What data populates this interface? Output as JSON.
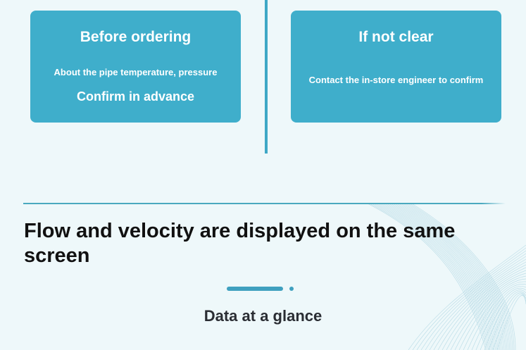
{
  "cards": [
    {
      "title": "Before ordering",
      "subtitle": "About the pipe temperature, pressure",
      "caption": "Confirm in advance"
    },
    {
      "title": "If not clear",
      "subtitle": "Contact the in-store engineer to confirm"
    }
  ],
  "section": {
    "heading": "Flow and velocity are displayed on the same screen",
    "subheading": "Data at a glance"
  },
  "colors": {
    "accent": "#3faecb",
    "background": "#eef8fa"
  }
}
